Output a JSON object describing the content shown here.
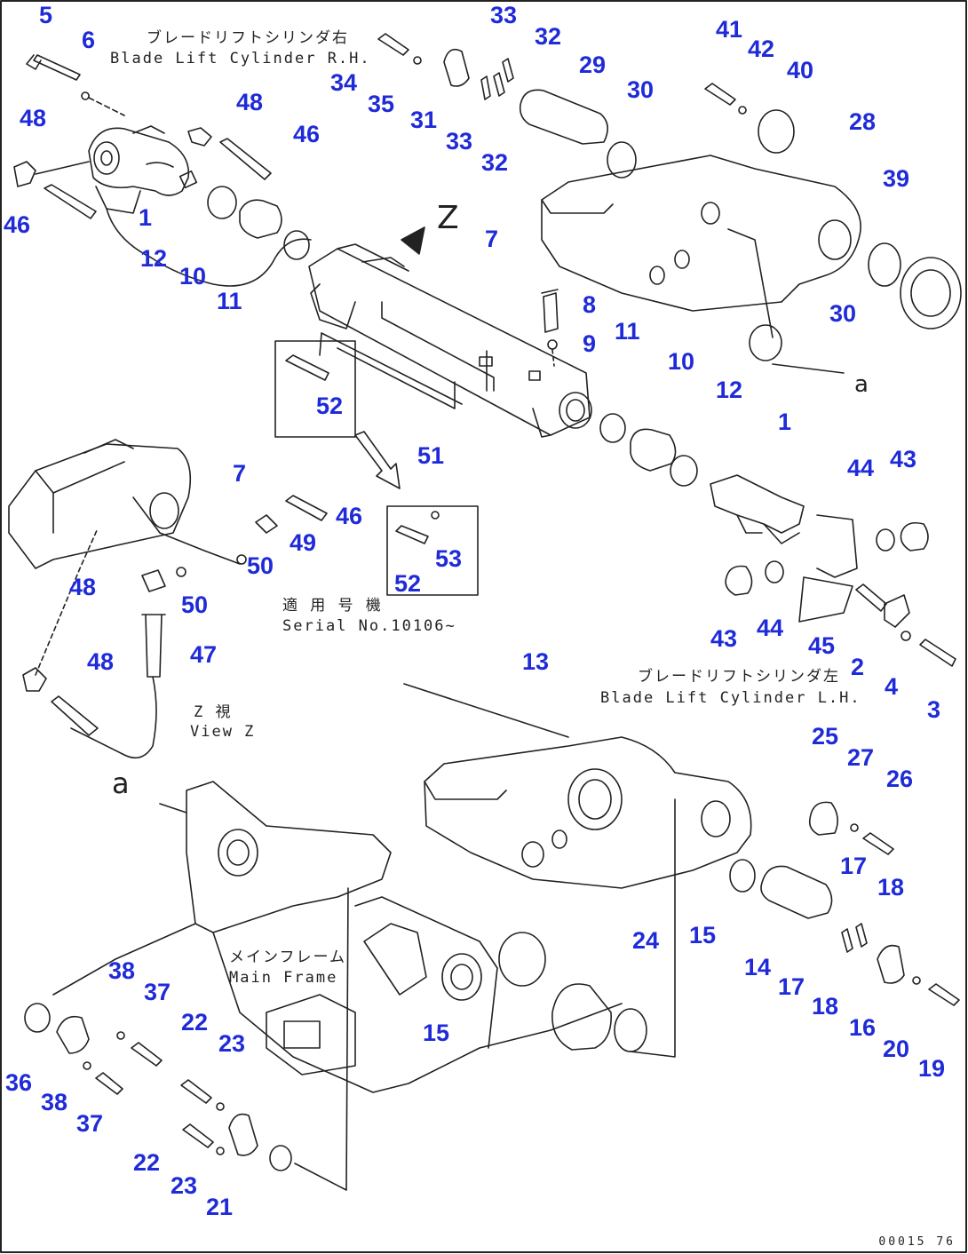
{
  "notes": {
    "right_cylinder_jp": "ブレードリフトシリンダ右",
    "right_cylinder_en": "Blade Lift Cylinder R.H.",
    "left_cylinder_jp": "ブレードリフトシリンダ左",
    "left_cylinder_en": "Blade Lift Cylinder L.H.",
    "serial_jp": "適 用 号 機",
    "serial_en": "Serial No.10106~",
    "view_jp": "Z 視",
    "view_en": "View Z",
    "main_frame_jp": "メインフレーム",
    "main_frame_en": "Main Frame",
    "view_letter": "Z",
    "ref_a1": "a",
    "ref_a2": "a",
    "drawing_code": "00015 76"
  },
  "callouts": [
    "5",
    "6",
    "48",
    "48",
    "46",
    "46",
    "1",
    "12",
    "10",
    "11",
    "34",
    "35",
    "31",
    "33",
    "32",
    "33",
    "32",
    "29",
    "30",
    "41",
    "42",
    "40",
    "28",
    "39",
    "30",
    "7",
    "8",
    "9",
    "11",
    "10",
    "12",
    "1",
    "44",
    "43",
    "52",
    "51",
    "7",
    "46",
    "49",
    "50",
    "52",
    "53",
    "48",
    "50",
    "47",
    "48",
    "43",
    "44",
    "45",
    "2",
    "4",
    "3",
    "13",
    "25",
    "27",
    "26",
    "17",
    "18",
    "15",
    "14",
    "17",
    "18",
    "16",
    "20",
    "19",
    "24",
    "15",
    "38",
    "37",
    "22",
    "23",
    "36",
    "38",
    "37",
    "22",
    "23",
    "21"
  ],
  "colors": {
    "callout": "#1f2bd8",
    "line": "#222222"
  }
}
